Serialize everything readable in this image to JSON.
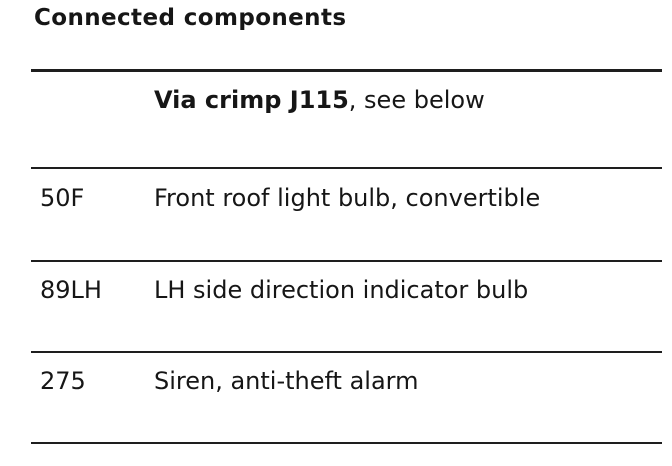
{
  "heading": "Connected components",
  "intro": {
    "bold_text": "Via crimp J115",
    "rest_text": ", see below"
  },
  "rows": [
    {
      "code": "50F",
      "description": "Front roof light bulb, convertible"
    },
    {
      "code": "89LH",
      "description": "LH side direction indicator bulb"
    },
    {
      "code": "275",
      "description": "Siren, anti-theft alarm"
    }
  ]
}
